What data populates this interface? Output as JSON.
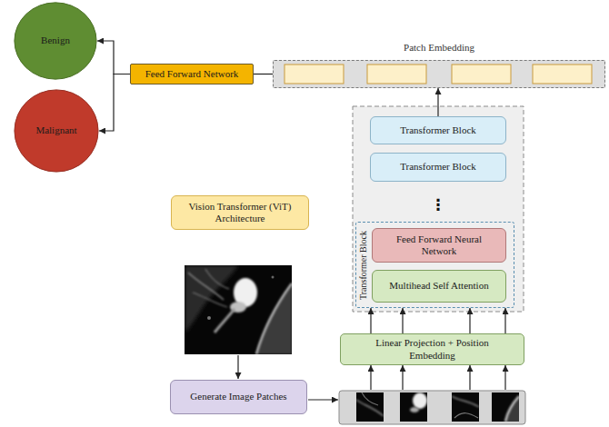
{
  "diagram": {
    "nodes": [
      {
        "text": [
          "Benign"
        ]
      },
      {
        "text": [
          "Feed Forward Network"
        ]
      },
      {
        "text": [
          "Patch Embedding"
        ]
      },
      {
        "text": [
          "Malignant"
        ]
      },
      {
        "text": [
          "Transformer Block"
        ]
      },
      {
        "text": [
          "Transformer Block"
        ]
      },
      {
        "text": [
          "Vision Transformer (ViT) Architecture"
        ]
      },
      {
        "text": [
          "Transformer Block"
        ]
      },
      {
        "text": [
          "Feed Forward Neural Network"
        ],
        "in": 7
      },
      {
        "text": [
          "Multihead Self Attention"
        ],
        "in": 7
      },
      {
        "text": [
          "Linear Projection + Position Embedding"
        ]
      },
      {
        "text": [
          "Generate Image Patches"
        ]
      }
    ],
    "edges": [
      {
        "from": 1,
        "to": 0,
        "arrow": "to"
      },
      {
        "from": 1,
        "to": 3,
        "arrow": "to"
      },
      {
        "from": 2,
        "to": 1,
        "arrow": "none"
      },
      {
        "from": 4,
        "to": 2,
        "arrow": "to"
      },
      {
        "from": 10,
        "to": 7,
        "arrow": "to"
      },
      {
        "from": 10,
        "to": 7,
        "arrow": "to"
      },
      {
        "from": 10,
        "to": 7,
        "arrow": "to"
      },
      {
        "from": 10,
        "to": 7,
        "arrow": "to"
      }
    ],
    "labels": [
      "⋮"
    ]
  }
}
